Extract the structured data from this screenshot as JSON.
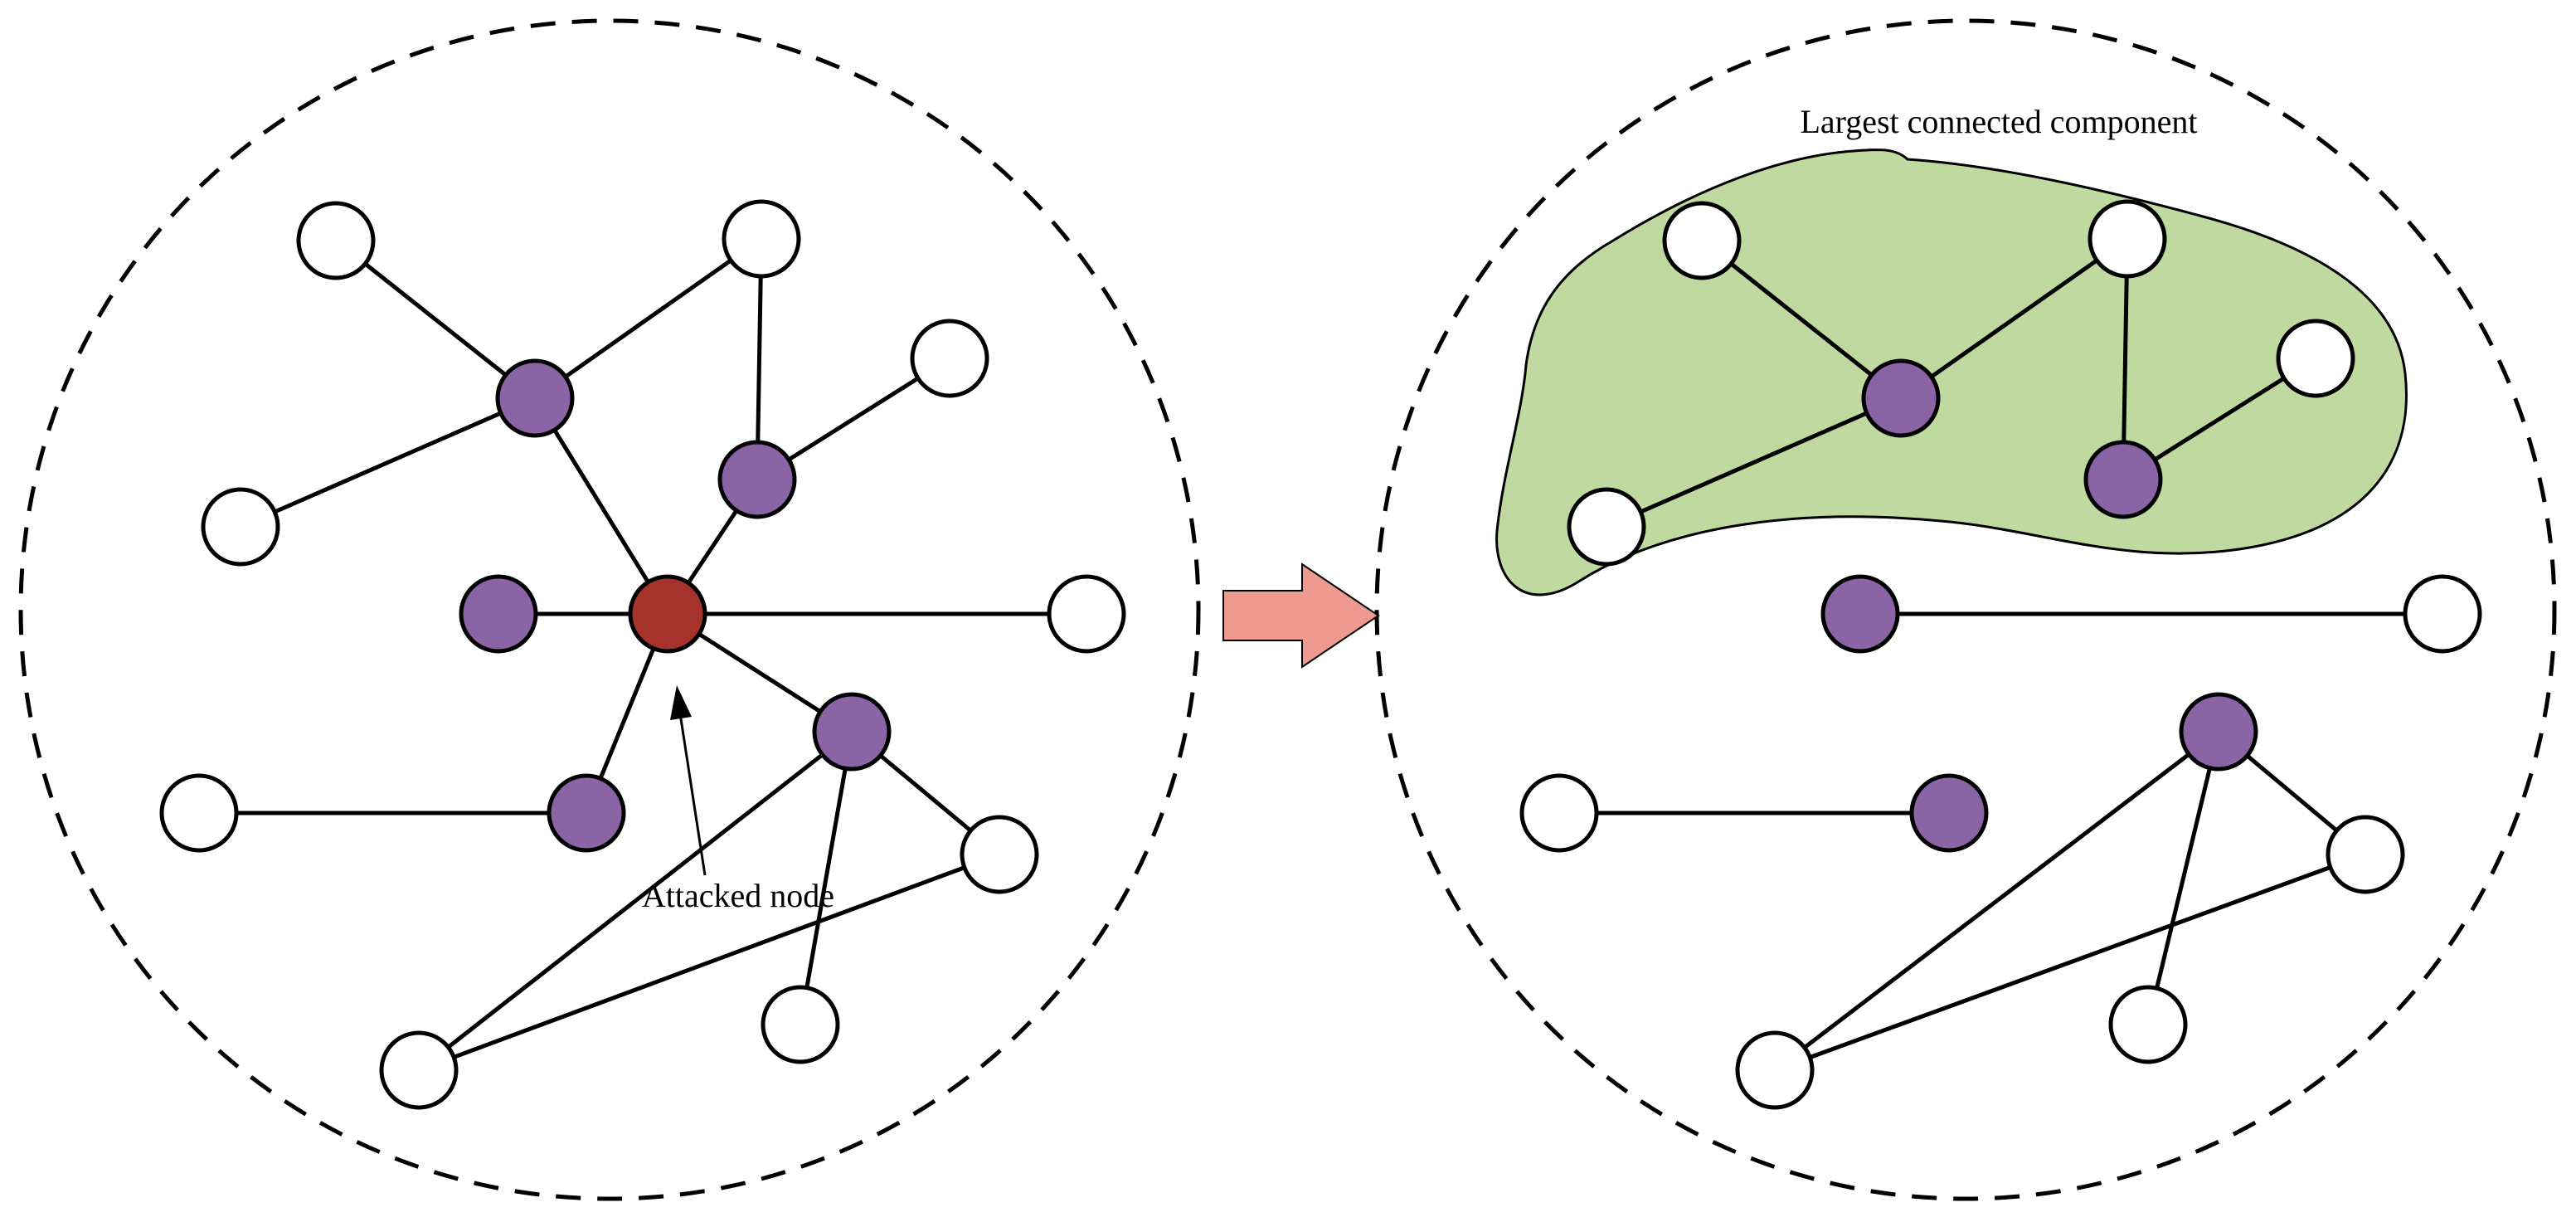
{
  "labels": {
    "attacked": "Attacked node",
    "lcc": "Largest connected component"
  },
  "colors": {
    "peripheral_node": "#ffffff",
    "hub_node": "#8a64a4",
    "attacked_node": "#a5322b",
    "component_fill": "#c0d9a1",
    "arrow_fill": "#ee9a91",
    "line": "#000000"
  },
  "networks": {
    "before": {
      "nodes": [
        {
          "id": "a",
          "role": "peripheral"
        },
        {
          "id": "b",
          "role": "peripheral"
        },
        {
          "id": "c",
          "role": "peripheral"
        },
        {
          "id": "d",
          "role": "peripheral"
        },
        {
          "id": "e",
          "role": "peripheral"
        },
        {
          "id": "f",
          "role": "peripheral"
        },
        {
          "id": "g",
          "role": "peripheral"
        },
        {
          "id": "h",
          "role": "peripheral"
        },
        {
          "id": "i",
          "role": "peripheral"
        },
        {
          "id": "H1",
          "role": "hub"
        },
        {
          "id": "H2",
          "role": "hub"
        },
        {
          "id": "H3",
          "role": "hub"
        },
        {
          "id": "H4",
          "role": "hub"
        },
        {
          "id": "H5",
          "role": "hub"
        },
        {
          "id": "X",
          "role": "attacked"
        }
      ],
      "edges": [
        [
          "a",
          "H1"
        ],
        [
          "c",
          "H1"
        ],
        [
          "b",
          "H1"
        ],
        [
          "b",
          "H2"
        ],
        [
          "d",
          "H2"
        ],
        [
          "H1",
          "X"
        ],
        [
          "H2",
          "X"
        ],
        [
          "H3",
          "X"
        ],
        [
          "H4",
          "X"
        ],
        [
          "H5",
          "X"
        ],
        [
          "H3",
          "e"
        ],
        [
          "H5",
          "f"
        ],
        [
          "H4",
          "g"
        ],
        [
          "H4",
          "h"
        ],
        [
          "H4",
          "i"
        ],
        [
          "h",
          "i"
        ]
      ]
    },
    "after": {
      "nodes": [
        {
          "id": "a",
          "role": "peripheral"
        },
        {
          "id": "b",
          "role": "peripheral"
        },
        {
          "id": "c",
          "role": "peripheral"
        },
        {
          "id": "d",
          "role": "peripheral"
        },
        {
          "id": "e",
          "role": "peripheral"
        },
        {
          "id": "f",
          "role": "peripheral"
        },
        {
          "id": "g",
          "role": "peripheral"
        },
        {
          "id": "h",
          "role": "peripheral"
        },
        {
          "id": "i",
          "role": "peripheral"
        },
        {
          "id": "H1",
          "role": "hub"
        },
        {
          "id": "H2",
          "role": "hub"
        },
        {
          "id": "H3",
          "role": "hub"
        },
        {
          "id": "H4",
          "role": "hub"
        },
        {
          "id": "H5",
          "role": "hub"
        }
      ],
      "edges": [
        [
          "a",
          "H1"
        ],
        [
          "c",
          "H1"
        ],
        [
          "b",
          "H1"
        ],
        [
          "b",
          "H2"
        ],
        [
          "d",
          "H2"
        ],
        [
          "H3",
          "e"
        ],
        [
          "H5",
          "f"
        ],
        [
          "H4",
          "g"
        ],
        [
          "H4",
          "h"
        ],
        [
          "H4",
          "i"
        ],
        [
          "h",
          "i"
        ]
      ]
    }
  }
}
